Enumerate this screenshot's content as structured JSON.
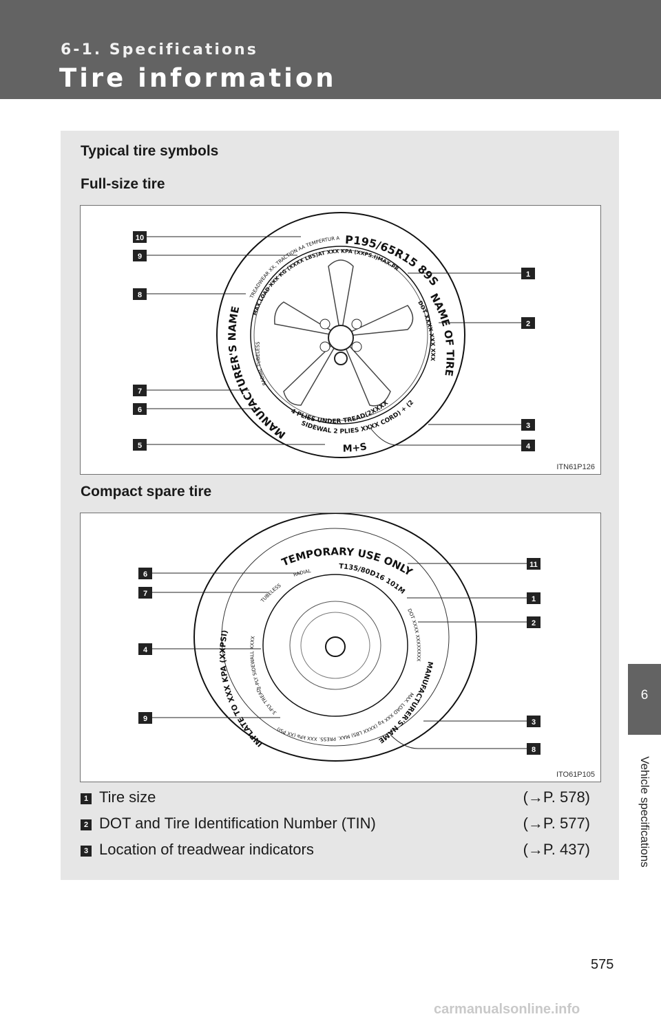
{
  "header": {
    "section_label": "6-1. Specifications",
    "title": "Tire information"
  },
  "side_tab": {
    "chapter_number": "6",
    "chapter_label": "Vehicle specifications"
  },
  "content": {
    "heading": "Typical tire symbols",
    "full_size": {
      "heading": "Full-size tire",
      "figure_code": "ITN61P126",
      "tire_text": {
        "size": "P195/65R15  89S",
        "maxpress": "TREADWEAR XX, TRACTION AA TEMPERTUR A",
        "load": "MAX.LOAD XXX KG (XXXX LBS)AT XXX KPA (XXPS.I)MAX.PRESS.",
        "name": "NAME OF TIRE",
        "dot": "DOT XXXX XXX XXX",
        "plies": "4 PLIES UNDER TREAD(2XXXX",
        "sidewall": "SIDEWAL 2 PLIES XXXX CORD) + (2XXX CORD) XXXX CORD",
        "radial": "RADIAL TUBELESS",
        "manufacturer": "MANUFACTURER'S NAME",
        "ms": "M+S"
      }
    },
    "compact": {
      "heading": "Compact spare tire",
      "figure_code": "ITO61P105",
      "tire_text": {
        "temporary": "TEMPORARY USE ONLY",
        "size": "T135/80D16 101M",
        "radial": "RADIAL",
        "tubeless": "TUBELESS",
        "dot": "DOT XXXX XXXXXXXX",
        "maxload": "MAX. LOAD XXX kg (XXXX LBS)  MAX. PRESS. XXX kPa (XX PSI)",
        "manufacturer": "MANUFACTURER'S NAME",
        "inflate": "INFLATE TO XXX KPA (XXPSI)",
        "ply": "2-PLY SIDEWALL XXXX",
        "tread": "3-PLY TREAD"
      }
    },
    "legend": [
      {
        "num": "1",
        "desc": "Tire size",
        "ref": "(→P. 578)"
      },
      {
        "num": "2",
        "desc": "DOT and Tire Identification Number (TIN)",
        "ref": "(→P. 577)"
      },
      {
        "num": "3",
        "desc": "Location of treadwear indicators",
        "ref": "(→P. 437)"
      }
    ]
  },
  "footer": {
    "page_number": "575",
    "watermark": "carmanualsonline.info"
  },
  "colors": {
    "header_bg": "#636363",
    "panel_bg": "#e6e6e6",
    "badge": "#222222"
  }
}
